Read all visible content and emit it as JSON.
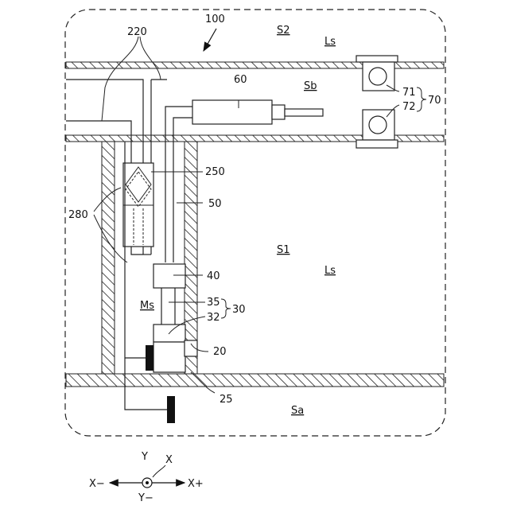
{
  "refs": {
    "device": "100",
    "pipe_pair": "220",
    "heat_exchanger": "250",
    "pipe_50": "50",
    "unit_60": "60",
    "valve_71": "71",
    "valve_72": "72",
    "valve_group": "70",
    "part_40": "40",
    "part_35": "35",
    "part_32": "32",
    "group_30": "30",
    "part_20": "20",
    "part_25": "25",
    "duct_280": "280"
  },
  "spaces": {
    "s2": "S2",
    "sb": "Sb",
    "s1": "S1",
    "sa": "Sa",
    "ms": "Ms",
    "ls_top": "Ls",
    "ls_mid": "Ls"
  },
  "axes": {
    "y": "Y",
    "x": "X",
    "x_minus": "X−",
    "x_plus": "X+",
    "y_minus": "Y−"
  }
}
